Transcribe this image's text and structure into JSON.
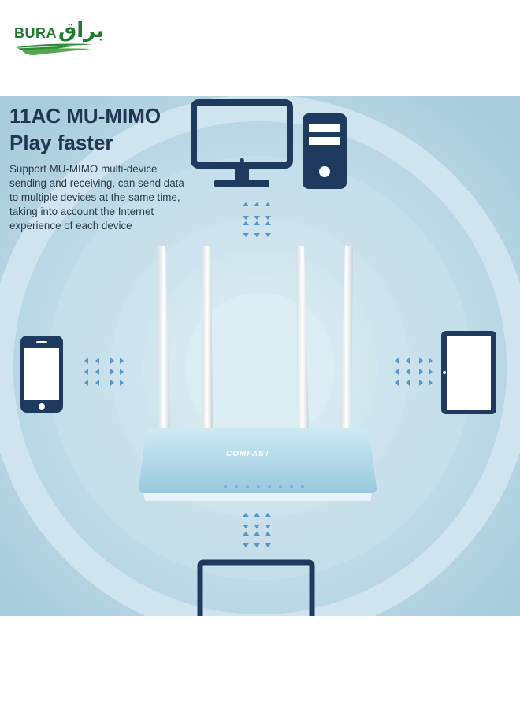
{
  "logo": {
    "latin": "BURA",
    "arabic": "براق",
    "color": "#1d7a2e"
  },
  "banner": {
    "headline_line1": "11AC MU-MIMO",
    "headline_line2": "Play faster",
    "description_lines": [
      "Support MU-MIMO multi-device",
      "sending and receiving, can send data",
      "to multiple devices at the same time,",
      "taking into account the Internet",
      "experience of each device"
    ],
    "router_brand": "COMFAST",
    "colors": {
      "background": "#b9d6e3",
      "ring_light": "#dcebf2",
      "device_navy": "#1e3a5f",
      "router_body": "#a8d4e6",
      "text_dark": "#1f3550"
    },
    "icons": [
      "monitor-icon",
      "desktop-tower-icon",
      "smartphone-icon",
      "tablet-icon",
      "laptop-icon",
      "router-icon"
    ]
  }
}
